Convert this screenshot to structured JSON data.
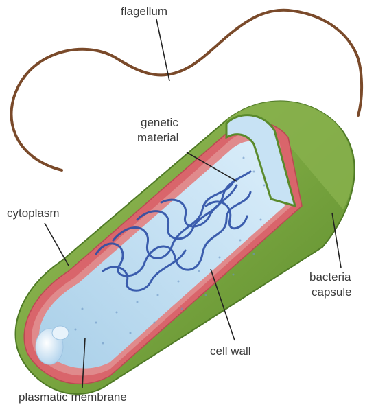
{
  "labels": {
    "flagellum": "flagellum",
    "genetic_material_line1": "genetic",
    "genetic_material_line2": "material",
    "cytoplasm": "cytoplasm",
    "bacteria_capsule_line1": "bacteria",
    "bacteria_capsule_line2": "capsule",
    "cell_wall": "cell wall",
    "plasmatic_membrane": "plasmatic membrane"
  },
  "colors": {
    "capsule_outer": "#6f9a3a",
    "capsule_light": "#a9c76a",
    "cell_wall": "#d9656b",
    "cytoplasm": "#b9d9ef",
    "cytoplasm_light": "#dbeefa",
    "dna": "#2c4fa6",
    "flagellum": "#7a4a2a",
    "leader": "#222222",
    "text": "#3a3a3a"
  }
}
